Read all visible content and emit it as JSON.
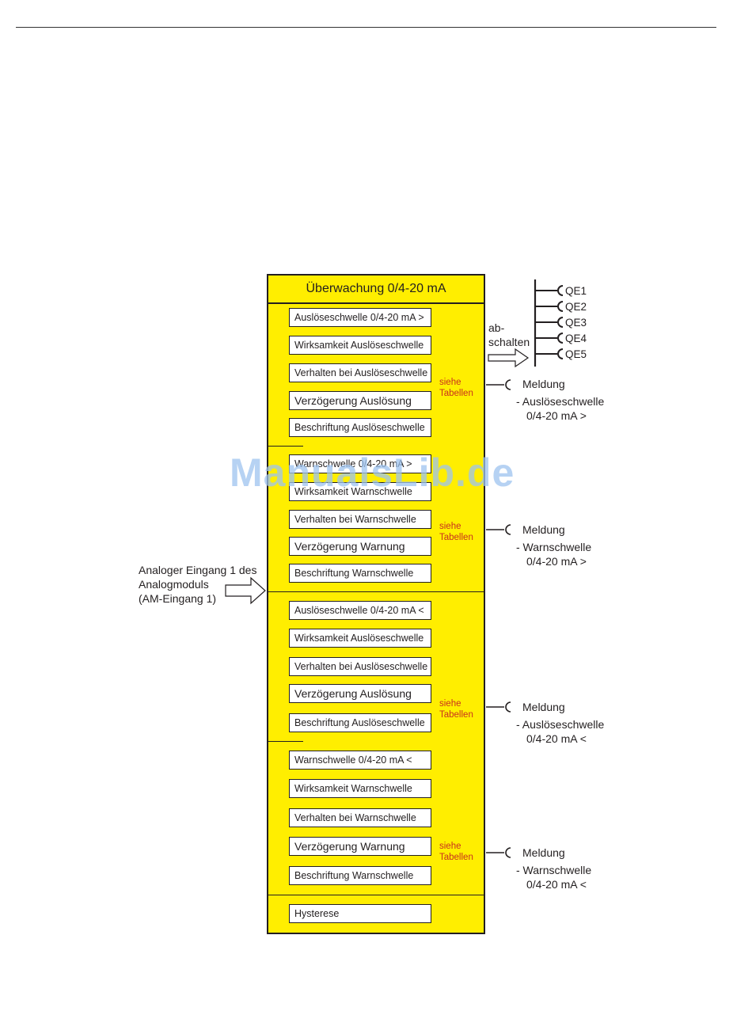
{
  "title": "Überwachung 0/4-20 mA",
  "fields": [
    "Auslöseschwelle 0/4-20 mA >",
    "Wirksamkeit Auslöseschwelle",
    "Verhalten bei Auslöseschwelle",
    "Verzögerung Auslösung",
    "Beschriftung Auslöseschwelle",
    "Warnschwelle 0/4-20 mA >",
    "Wirksamkeit Warnschwelle",
    "Verhalten bei Warnschwelle",
    "Verzögerung Warnung",
    "Beschriftung Warnschwelle",
    "Auslöseschwelle 0/4-20 mA <",
    "Wirksamkeit Auslöseschwelle",
    "Verhalten bei Auslöseschwelle",
    "Verzögerung Auslösung",
    "Beschriftung Auslöseschwelle",
    "Warnschwelle 0/4-20 mA <",
    "Wirksamkeit Warnschwelle",
    "Verhalten bei Warnschwelle",
    "Verzögerung Warnung",
    "Beschriftung Warnschwelle",
    "Hysterese"
  ],
  "siehe": [
    "siehe",
    "Tabellen"
  ],
  "input": [
    "Analoger Eingang 1 des",
    "Analogmoduls",
    "(AM-Eingang 1)"
  ],
  "abschalten": [
    "ab-",
    "schalten"
  ],
  "outputs": [
    "QE1",
    "QE2",
    "QE3",
    "QE4",
    "QE5"
  ],
  "meldungen": [
    {
      "title": "Meldung",
      "line1": "- Auslöseschwelle",
      "line2": "0/4-20 mA >"
    },
    {
      "title": "Meldung",
      "line1": "- Warnschwelle",
      "line2": "0/4-20 mA >"
    },
    {
      "title": "Meldung",
      "line1": "- Auslöseschwelle",
      "line2": "0/4-20 mA <"
    },
    {
      "title": "Meldung",
      "line1": "- Warnschwelle",
      "line2": "0/4-20 mA <"
    }
  ],
  "watermark": "ManualsLib.de"
}
